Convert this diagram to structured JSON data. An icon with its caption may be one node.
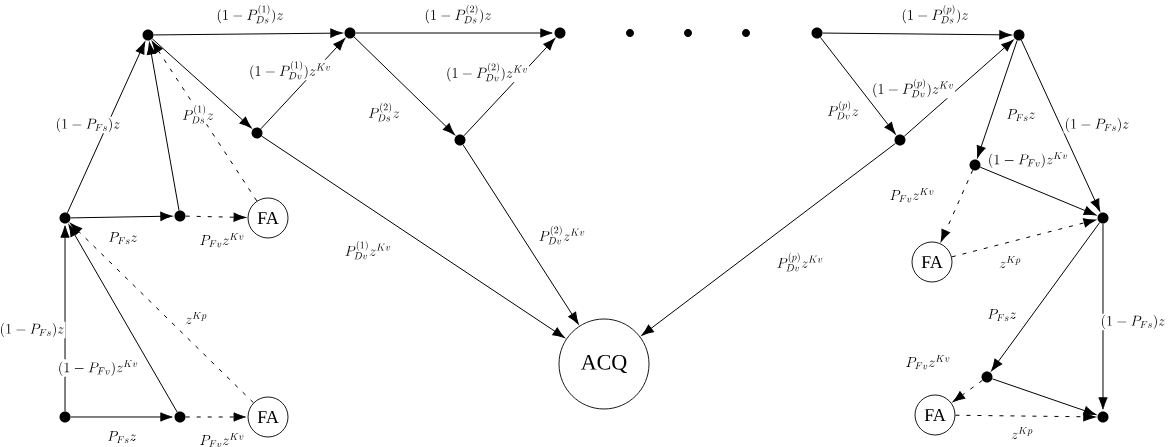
{
  "diagram": {
    "nodes": [
      {
        "text": [],
        "shape": "circle"
      },
      {
        "text": [],
        "shape": "circle"
      },
      {
        "text": [],
        "shape": "circle"
      },
      {
        "text": [],
        "shape": "circle"
      },
      {
        "text": [],
        "shape": "circle"
      },
      {
        "text": [
          "FA"
        ]
      },
      {
        "text": [
          "FA"
        ]
      },
      {
        "text": [],
        "shape": "circle"
      },
      {
        "text": [],
        "shape": "circle"
      },
      {
        "text": [],
        "shape": "circle"
      },
      {
        "text": [],
        "shape": "circle"
      },
      {
        "text": [],
        "shape": "circle"
      },
      {
        "text": [],
        "shape": "circle"
      },
      {
        "text": [],
        "shape": "circle"
      },
      {
        "text": [
          "ACQ"
        ]
      },
      {
        "text": [],
        "shape": "circle"
      },
      {
        "text": [],
        "shape": "circle"
      },
      {
        "text": [
          "FA"
        ]
      },
      {
        "text": [],
        "shape": "circle"
      },
      {
        "text": [
          "FA"
        ]
      },
      {
        "text": [],
        "shape": "circle"
      }
    ],
    "edges": [
      {
        "from": 2,
        "to": 1,
        "arrow": "to",
        "label": "(1-P_{Fs})z"
      },
      {
        "from": 2,
        "to": 4,
        "arrow": "to",
        "label": "P_{Fs}z"
      },
      {
        "from": 4,
        "to": 1,
        "arrow": "to",
        "label": "(1-P_{Fv})z^{Kv}"
      },
      {
        "from": 4,
        "to": 6,
        "arrow": "to",
        "label": "P_{Fv}z^{Kv}",
        "style": "dashed"
      },
      {
        "from": 6,
        "to": 1,
        "arrow": "to",
        "label": "z^{Kp}",
        "style": "dashed"
      },
      {
        "from": 1,
        "to": 0,
        "arrow": "to",
        "label": "(1-P_{Fs})z"
      },
      {
        "from": 1,
        "to": 3,
        "arrow": "to",
        "label": "P_{Fs}z"
      },
      {
        "from": 3,
        "to": 0,
        "arrow": "to"
      },
      {
        "from": 3,
        "to": 5,
        "arrow": "to",
        "label": "P_{Fv}z^{Kv}",
        "style": "dashed"
      },
      {
        "from": 5,
        "to": 0,
        "arrow": "to",
        "style": "dashed"
      },
      {
        "from": 0,
        "to": 8,
        "arrow": "to",
        "label": "(1-P_{Ds}^{(1)})z"
      },
      {
        "from": 0,
        "to": 7,
        "arrow": "to",
        "label": "P_{Ds}^{(1)}z"
      },
      {
        "from": 7,
        "to": 8,
        "arrow": "to",
        "label": "(1-P_{Dv}^{(1)})z^{Kv}"
      },
      {
        "from": 7,
        "to": 14,
        "arrow": "to",
        "label": "P_{Dv}^{(1)}z^{Kv}"
      },
      {
        "from": 8,
        "to": 10,
        "arrow": "to",
        "label": "(1-P_{Ds}^{(2)})z"
      },
      {
        "from": 8,
        "to": 9,
        "arrow": "to",
        "label": "P_{Ds}^{(2)}z"
      },
      {
        "from": 9,
        "to": 10,
        "arrow": "to",
        "label": "(1-P_{Dv}^{(2)})z^{Kv}"
      },
      {
        "from": 9,
        "to": 14,
        "arrow": "to",
        "label": "P_{Dv}^{(2)}z^{Kv}"
      },
      {
        "from": 11,
        "to": 13,
        "arrow": "to",
        "label": "(1-P_{Ds}^{(p)})z"
      },
      {
        "from": 11,
        "to": 12,
        "arrow": "to",
        "label": "P_{Dv}^{(p)}z"
      },
      {
        "from": 12,
        "to": 13,
        "arrow": "to",
        "label": "(1-P_{Dv}^{(p)})z^{Kv}"
      },
      {
        "from": 12,
        "to": 14,
        "arrow": "to",
        "label": "P_{Dv}^{(p)}z^{Kv}"
      },
      {
        "from": 13,
        "to": 15,
        "arrow": "to",
        "label": "P_{Fs}z"
      },
      {
        "from": 13,
        "to": 16,
        "arrow": "to",
        "label": "(1-P_{Fs})z"
      },
      {
        "from": 15,
        "to": 16,
        "arrow": "to",
        "label": "(1-P_{Fv})z^{Kv}"
      },
      {
        "from": 15,
        "to": 17,
        "arrow": "to",
        "label": "P_{Fv}z^{Kv}",
        "style": "dashed"
      },
      {
        "from": 17,
        "to": 16,
        "arrow": "to",
        "label": "z^{Kp}",
        "style": "dashed"
      },
      {
        "from": 16,
        "to": 18,
        "arrow": "to",
        "label": "P_{Fs}z"
      },
      {
        "from": 16,
        "to": 20,
        "arrow": "to",
        "label": "(1-P_{Fs})z"
      },
      {
        "from": 18,
        "to": 20,
        "arrow": "to"
      },
      {
        "from": 18,
        "to": 19,
        "arrow": "to",
        "label": "P_{Fv}z^{Kv}",
        "style": "dashed"
      },
      {
        "from": 19,
        "to": 20,
        "arrow": "to",
        "label": "z^{Kp}",
        "style": "dashed"
      }
    ]
  }
}
